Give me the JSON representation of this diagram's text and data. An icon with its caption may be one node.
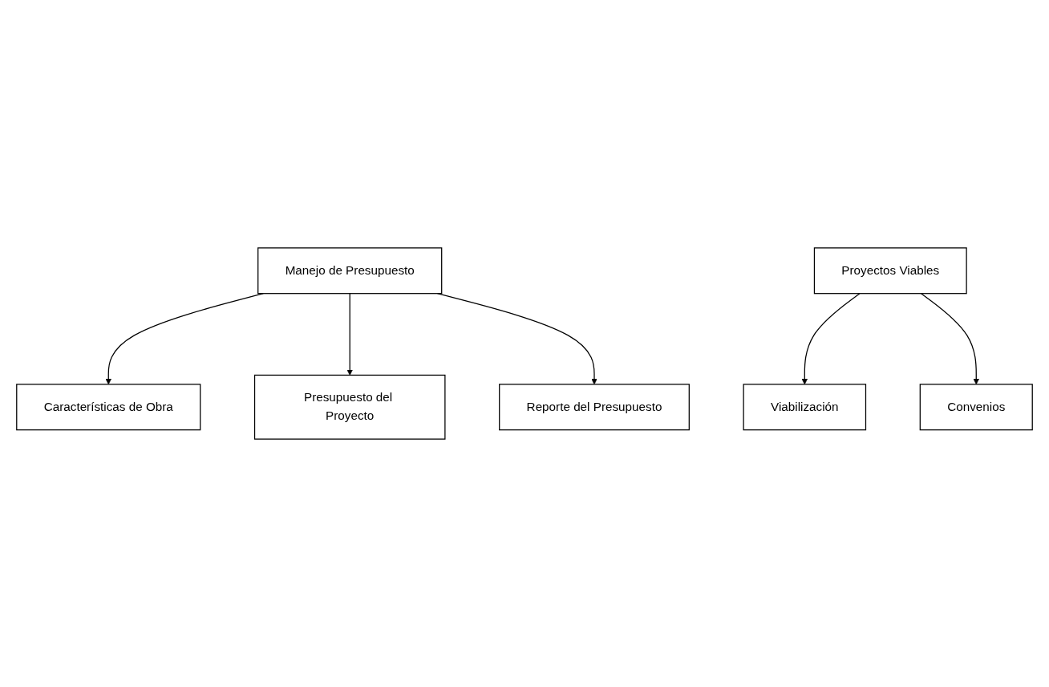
{
  "diagram": {
    "nodes": [
      {
        "text": [
          "Manejo de Presupuesto"
        ]
      },
      {
        "text": [
          "Características de Obra"
        ]
      },
      {
        "text": [
          "Presupuesto del Proyecto"
        ]
      },
      {
        "text": [
          "Reporte del Presupuesto"
        ]
      },
      {
        "text": [
          "Proyectos Viables"
        ]
      },
      {
        "text": [
          "Viabilización"
        ]
      },
      {
        "text": [
          "Convenios"
        ]
      }
    ],
    "edges": [
      {
        "from": 0,
        "to": 1,
        "arrow": "to"
      },
      {
        "from": 0,
        "to": 2,
        "arrow": "to"
      },
      {
        "from": 0,
        "to": 3,
        "arrow": "to"
      },
      {
        "from": 4,
        "to": 5,
        "arrow": "to"
      },
      {
        "from": 4,
        "to": 6,
        "arrow": "to"
      }
    ]
  }
}
